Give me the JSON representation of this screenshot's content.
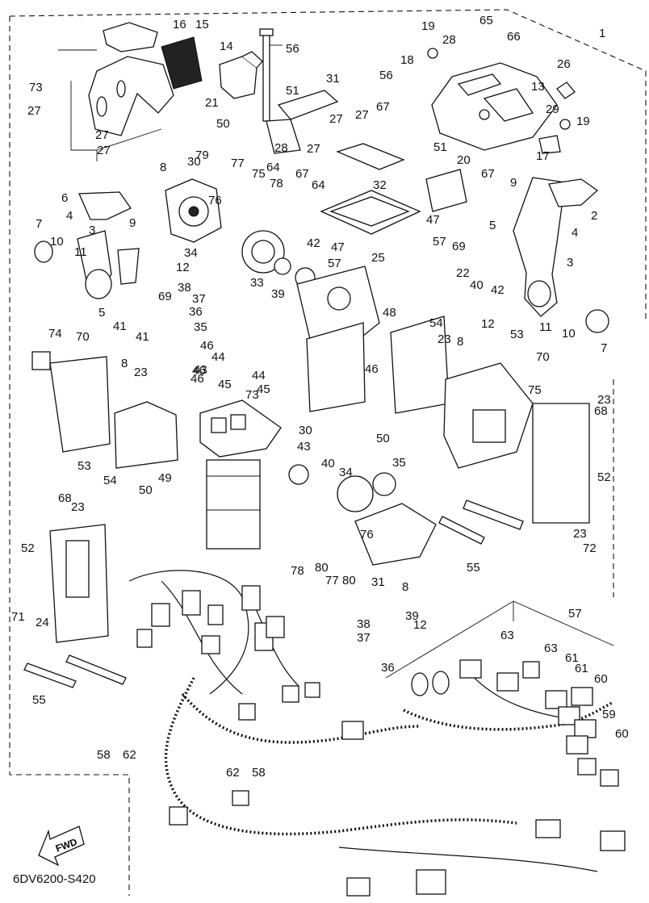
{
  "diagram": {
    "drawing_code": "6DV6200-S420",
    "fwd_label": "FWD",
    "callouts": [
      "1",
      "2",
      "3",
      "3",
      "4",
      "4",
      "5",
      "5",
      "6",
      "7",
      "7",
      "8",
      "8",
      "8",
      "8",
      "9",
      "9",
      "10",
      "10",
      "11",
      "11",
      "12",
      "12",
      "12",
      "13",
      "14",
      "15",
      "16",
      "17",
      "18",
      "19",
      "19",
      "20",
      "21",
      "22",
      "23",
      "23",
      "23",
      "23",
      "23",
      "24",
      "25",
      "26",
      "27",
      "27",
      "27",
      "27",
      "27",
      "27",
      "28",
      "28",
      "29",
      "30",
      "30",
      "31",
      "31",
      "32",
      "33",
      "34",
      "34",
      "35",
      "35",
      "36",
      "36",
      "37",
      "37",
      "38",
      "38",
      "39",
      "39",
      "40",
      "40",
      "41",
      "41",
      "42",
      "42",
      "43",
      "43",
      "44",
      "44",
      "45",
      "45",
      "46",
      "46",
      "46",
      "46",
      "47",
      "47",
      "48",
      "49",
      "50",
      "50",
      "50",
      "51",
      "51",
      "52",
      "52",
      "53",
      "53",
      "54",
      "54",
      "55",
      "55",
      "56",
      "56",
      "57",
      "57",
      "57",
      "58",
      "58",
      "59",
      "60",
      "60",
      "61",
      "61",
      "62",
      "62",
      "63",
      "63",
      "64",
      "64",
      "65",
      "66",
      "67",
      "67",
      "67",
      "68",
      "68",
      "69",
      "69",
      "70",
      "70",
      "71",
      "72",
      "73",
      "73",
      "74",
      "75",
      "75",
      "76",
      "76",
      "77",
      "77",
      "78",
      "78",
      "79",
      "80",
      "80"
    ]
  }
}
